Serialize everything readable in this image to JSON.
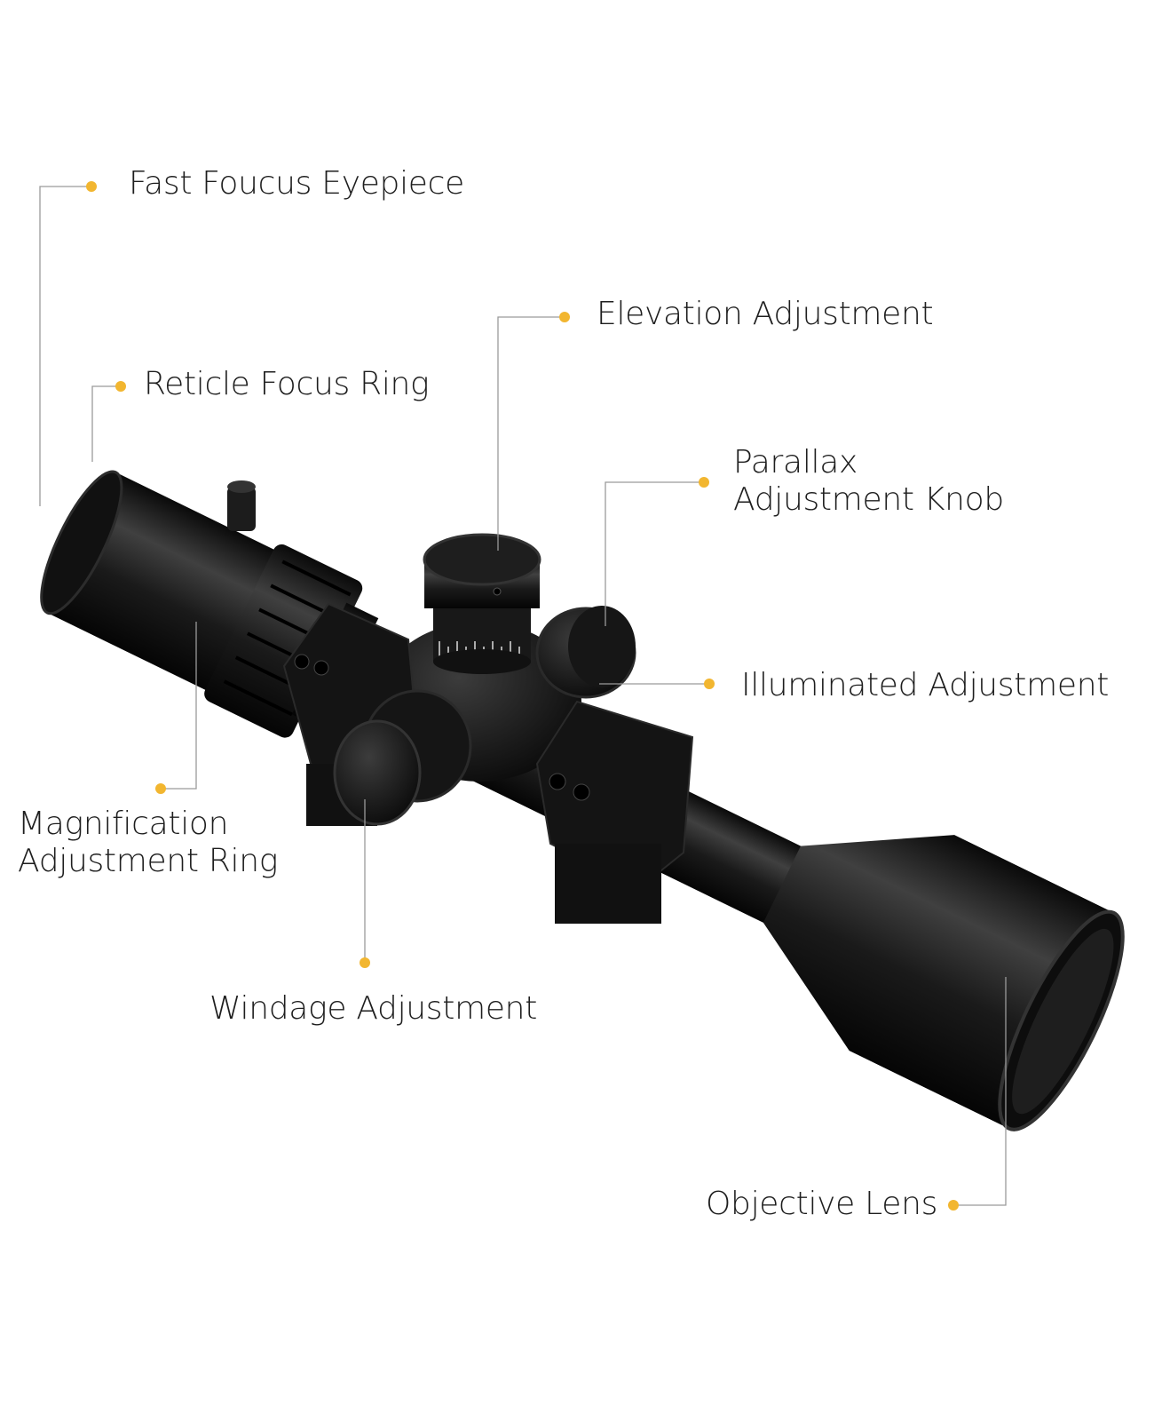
{
  "colors": {
    "accent_dot": "#f2b630",
    "leader_line": "#9a9a9a",
    "scope_body": "#1a1a1a"
  },
  "labels": {
    "eyepiece": "Fast Foucus Eyepiece",
    "reticle": "Reticle Focus Ring",
    "elevation": "Elevation Adjustment",
    "parallax_line1": "Parallax",
    "parallax_line2": "Adjustment Knob",
    "illuminated": "Illuminated Adjustment",
    "magnification_line1": "Magnification",
    "magnification_line2": "Adjustment Ring",
    "windage": "Windage Adjustment",
    "objective": "Objective Lens"
  }
}
